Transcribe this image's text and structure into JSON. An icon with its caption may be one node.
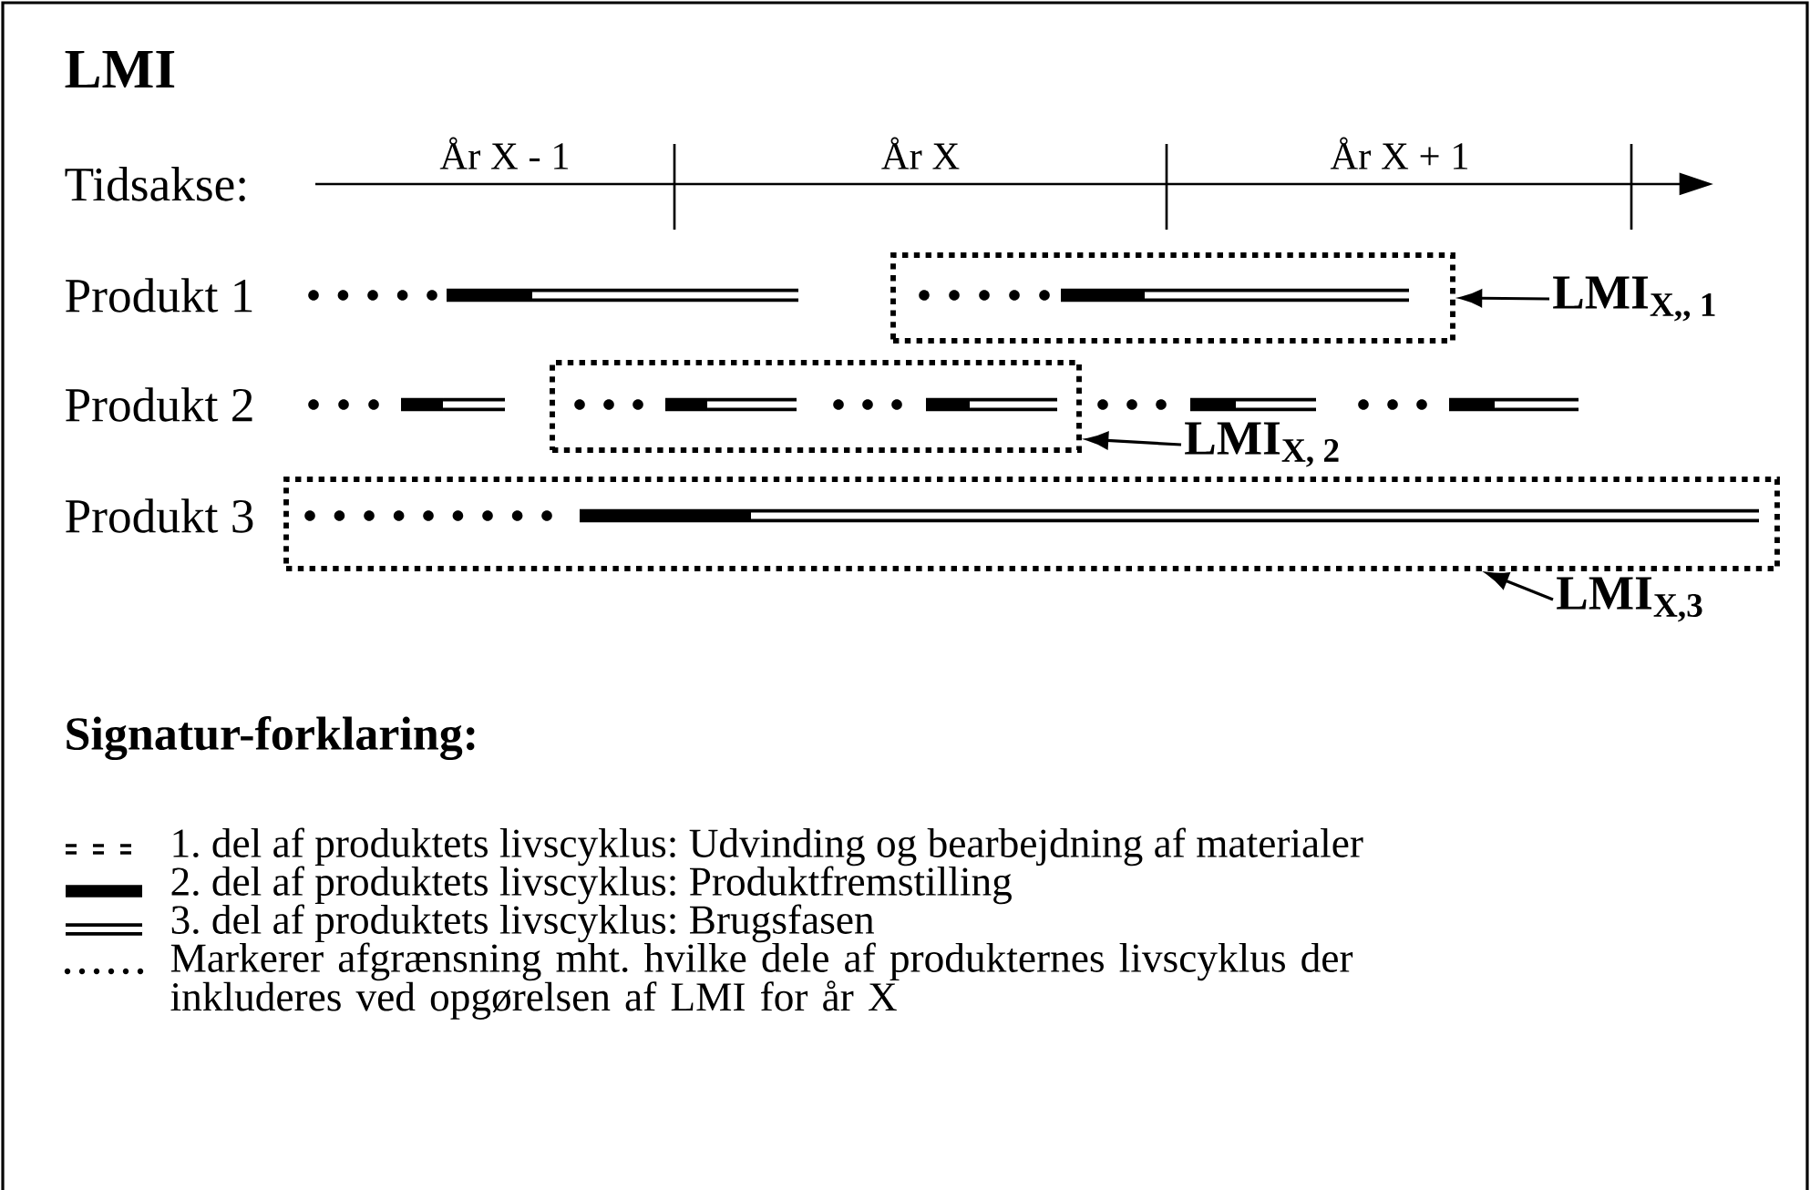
{
  "diagram": {
    "title": "LMI",
    "nodes": [
      {
        "text": [],
        "shape": "box"
      },
      {
        "text": [],
        "shape": "box"
      },
      {
        "text": [],
        "shape": "box"
      },
      {
        "text": [
          "LMI$_{X,, 1}$"
        ]
      },
      {
        "text": [
          "LMI$_{X, 2}$"
        ]
      },
      {
        "text": [
          "LMI$_{X,3}$"
        ]
      }
    ],
    "edges": [
      {
        "from": 3,
        "to": 0,
        "arrow": "to"
      },
      {
        "from": 4,
        "to": 1,
        "arrow": "to"
      },
      {
        "from": 5,
        "to": 2,
        "arrow": "to"
      }
    ],
    "labels": [
      "Tidsakse:",
      "År X - 1",
      "År X",
      "År X + 1",
      "Produkt 1",
      "Produkt 2",
      "Produkt 3",
      "Signatur-forklaring:"
    ],
    "legend": [
      {
        "text": "1. del af produktets livscyklus: Udvinding og bearbejdning af materialer"
      },
      {
        "text": "2. del af produktets livscyklus: Produktfremstilling"
      },
      {
        "text": "3. del af produktets livscyklus: Brugsfasen"
      },
      {
        "text": "Markerer afgrænsning mht. hvilke dele af produkternes livscyklus der inkluderes ved opgørelsen af LMI for år X"
      }
    ]
  }
}
